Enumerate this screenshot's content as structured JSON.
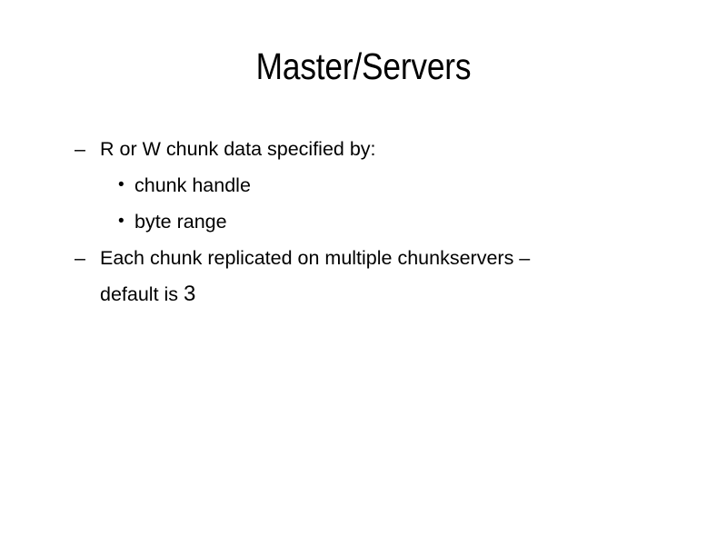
{
  "slide": {
    "title": "Master/Servers",
    "background_color": "#ffffff",
    "text_color": "#000000",
    "bullets": [
      {
        "level": 1,
        "marker": "–",
        "text": "R or W chunk data specified by:"
      },
      {
        "level": 2,
        "marker": "•",
        "text": " chunk handle"
      },
      {
        "level": 2,
        "marker": "•",
        "text": "byte range"
      },
      {
        "level": 1,
        "marker": "–",
        "text": "Each chunk replicated on multiple chunkservers –"
      }
    ],
    "continuation": {
      "text": "default is ",
      "number": "3"
    }
  }
}
